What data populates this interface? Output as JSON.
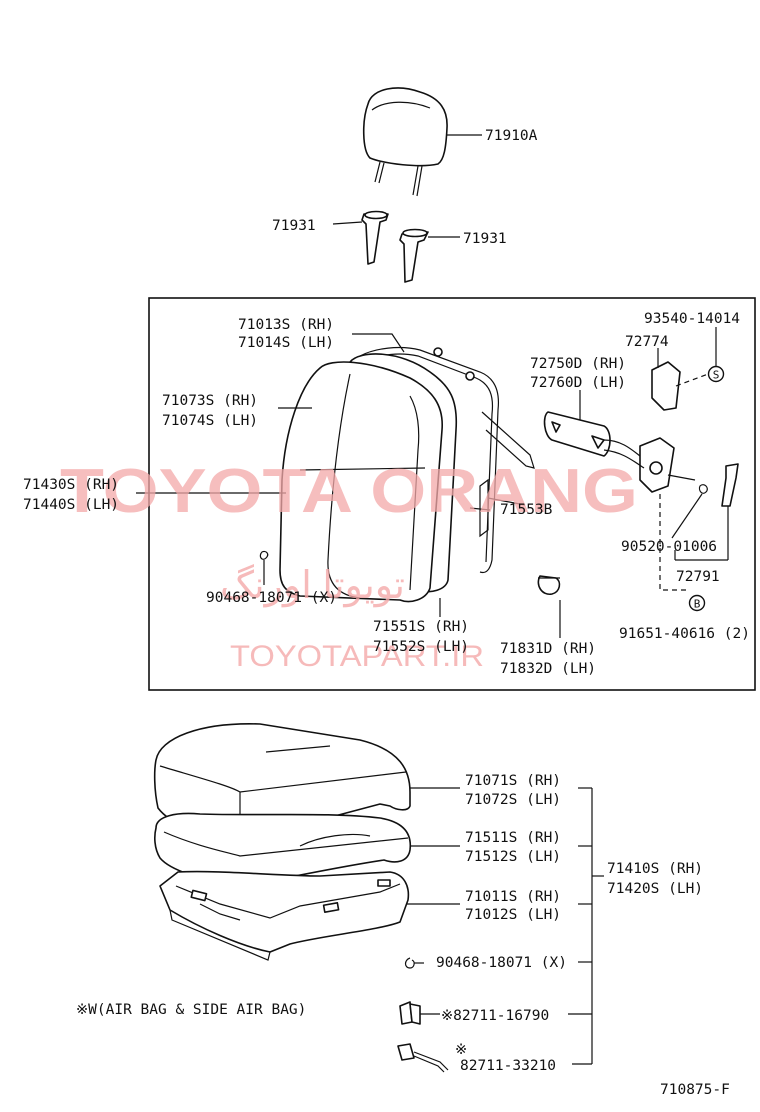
{
  "labels": {
    "headrest": "71910A",
    "support_left": "71931",
    "support_right": "71931",
    "frame_rh": "71013S (RH)",
    "frame_lh": "71014S (LH)",
    "back_cover_rh": "71073S (RH)",
    "back_cover_lh": "71074S (LH)",
    "back_assy_rh": "71430S (RH)",
    "back_assy_lh": "71440S (LH)",
    "clip_back": "90468-18071 (X)",
    "pad_rh": "71551S (RH)",
    "pad_lh": "71552S (LH)",
    "spring": "71553B",
    "bolt_93540": "93540-14014",
    "bracket_72774": "72774",
    "cover_rh": "72750D (RH)",
    "cover_lh": "72760D (LH)",
    "pin_90520": "90520-01006",
    "lever_72791": "72791",
    "screw_91651": "91651-40616 (2)",
    "hook_rh": "71831D (RH)",
    "hook_lh": "71832D (LH)",
    "cush_cover_rh": "71071S (RH)",
    "cush_cover_lh": "71072S (LH)",
    "cush_pad_rh": "71511S (RH)",
    "cush_pad_lh": "71512S (LH)",
    "cush_frame_rh": "71011S (RH)",
    "cush_frame_lh": "71012S (LH)",
    "cush_assy_rh": "71410S (RH)",
    "cush_assy_lh": "71420S (LH)",
    "clip_cush": "90468-18071 (X)",
    "connector_1": "※82711-16790",
    "connector_2_mark": "※",
    "connector_2": "82711-33210",
    "note": "※W(AIR BAG & SIDE AIR BAG)",
    "figure_id": "710875-F",
    "mark_s": "S",
    "mark_b": "B"
  },
  "watermark": {
    "main": "TOYOTA ORANG",
    "arabic": "تويوتا اورنگ",
    "site": "TOYOTAPART.IR",
    "color": "#f4a9a9"
  }
}
